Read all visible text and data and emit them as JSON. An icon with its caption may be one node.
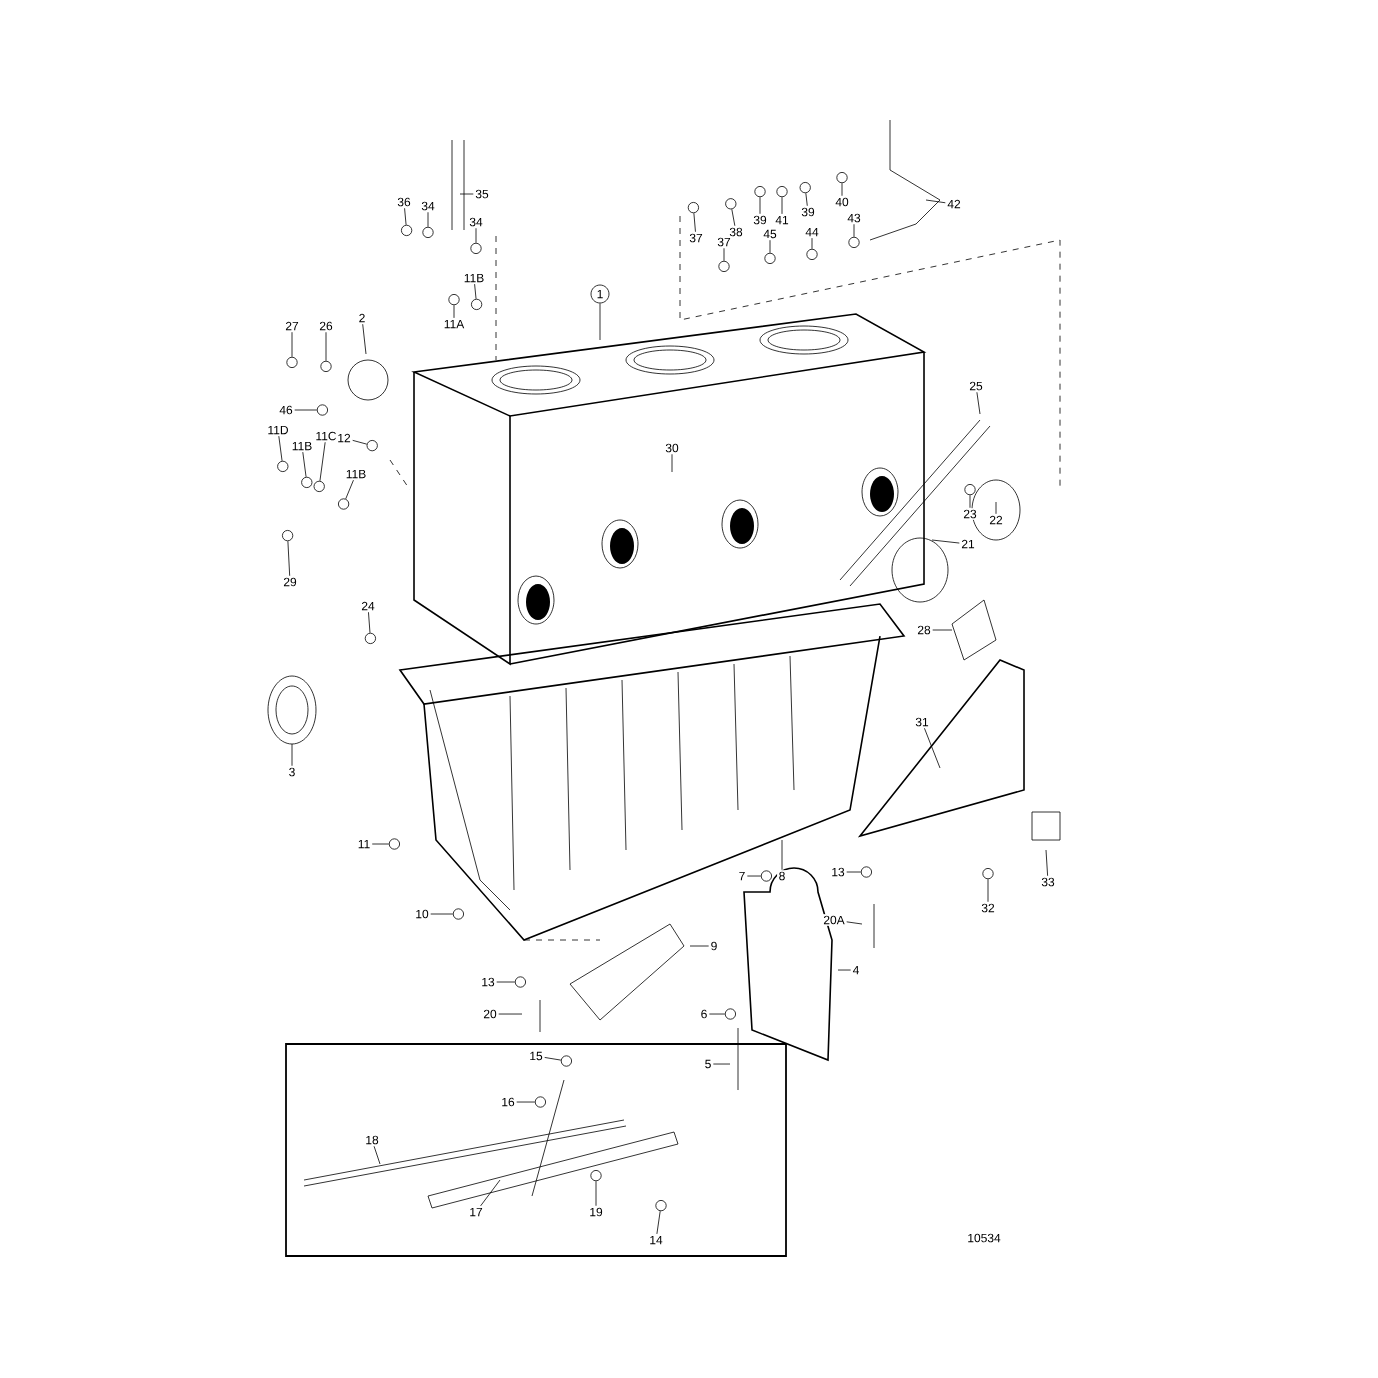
{
  "diagram": {
    "nodes": [
      {
        "text": [
          "35"
        ]
      },
      {
        "text": [
          "36"
        ]
      },
      {
        "text": [
          "34"
        ]
      },
      {
        "text": [
          "34"
        ]
      },
      {
        "text": [
          "11B"
        ]
      },
      {
        "text": [
          "11A"
        ]
      },
      {
        "text": [
          "1"
        ]
      },
      {
        "text": [
          "42"
        ]
      },
      {
        "text": [
          "40"
        ]
      },
      {
        "text": [
          "39"
        ]
      },
      {
        "text": [
          "41"
        ]
      },
      {
        "text": [
          "39"
        ]
      },
      {
        "text": [
          "38"
        ]
      },
      {
        "text": [
          "37"
        ]
      },
      {
        "text": [
          "37"
        ]
      },
      {
        "text": [
          "45"
        ]
      },
      {
        "text": [
          "44"
        ]
      },
      {
        "text": [
          "43"
        ]
      },
      {
        "text": [
          "27"
        ]
      },
      {
        "text": [
          "26"
        ]
      },
      {
        "text": [
          "2"
        ]
      },
      {
        "text": [
          "46"
        ]
      },
      {
        "text": [
          "11D"
        ]
      },
      {
        "text": [
          "11B"
        ]
      },
      {
        "text": [
          "11C"
        ]
      },
      {
        "text": [
          "12"
        ]
      },
      {
        "text": [
          "11B"
        ]
      },
      {
        "text": [
          "29"
        ]
      },
      {
        "text": [
          "25"
        ]
      },
      {
        "text": [
          "30"
        ]
      },
      {
        "text": [
          "23"
        ]
      },
      {
        "text": [
          "22"
        ]
      },
      {
        "text": [
          "21"
        ]
      },
      {
        "text": [
          "24"
        ]
      },
      {
        "text": [
          "28"
        ]
      },
      {
        "text": [
          "3"
        ]
      },
      {
        "text": [
          "31"
        ]
      },
      {
        "text": [
          "11"
        ]
      },
      {
        "text": [
          "8"
        ]
      },
      {
        "text": [
          "7"
        ]
      },
      {
        "text": [
          "13"
        ]
      },
      {
        "text": [
          "32"
        ]
      },
      {
        "text": [
          "33"
        ]
      },
      {
        "text": [
          "10"
        ]
      },
      {
        "text": [
          "20A"
        ]
      },
      {
        "text": [
          "9"
        ]
      },
      {
        "text": [
          "4"
        ]
      },
      {
        "text": [
          "13"
        ]
      },
      {
        "text": [
          "20"
        ]
      },
      {
        "text": [
          "6"
        ]
      },
      {
        "text": [
          "5"
        ]
      },
      {
        "text": [
          "15"
        ]
      },
      {
        "text": [
          "16"
        ]
      },
      {
        "text": [
          "18"
        ]
      },
      {
        "text": [
          "17"
        ]
      },
      {
        "text": [
          "19"
        ]
      },
      {
        "text": [
          "14"
        ]
      },
      {
        "text": [],
        "shape": "circle"
      },
      {
        "text": [],
        "shape": "circle"
      },
      {
        "text": [],
        "shape": "circle"
      },
      {
        "text": [],
        "shape": "circle"
      },
      {
        "text": [],
        "shape": "circle"
      },
      {
        "text": [],
        "shape": "circle"
      },
      {
        "text": [],
        "shape": "circle"
      },
      {
        "text": [],
        "shape": "circle"
      },
      {
        "text": [],
        "shape": "circle"
      },
      {
        "text": [],
        "shape": "circle"
      },
      {
        "text": [],
        "shape": "circle"
      },
      {
        "text": [],
        "shape": "circle"
      },
      {
        "text": [],
        "shape": "circle"
      },
      {
        "text": [],
        "shape": "circle"
      },
      {
        "text": [],
        "shape": "circle"
      },
      {
        "text": [],
        "shape": "circle"
      },
      {
        "text": [],
        "shape": "circle"
      },
      {
        "text": [],
        "shape": "circle"
      },
      {
        "text": [],
        "shape": "circle"
      },
      {
        "text": [],
        "shape": "circle"
      },
      {
        "text": [],
        "shape": "circle"
      },
      {
        "text": [],
        "shape": "circle"
      },
      {
        "text": [],
        "shape": "circle"
      },
      {
        "text": [],
        "shape": "circle"
      },
      {
        "text": [],
        "shape": "circle"
      },
      {
        "text": [],
        "shape": "circle"
      },
      {
        "text": [],
        "shape": "circle"
      },
      {
        "text": [],
        "shape": "circle"
      },
      {
        "text": [],
        "shape": "circle"
      },
      {
        "text": [],
        "shape": "circle"
      },
      {
        "text": [],
        "shape": "circle"
      },
      {
        "text": [],
        "shape": "circle"
      },
      {
        "text": [],
        "shape": "circle"
      },
      {
        "text": [],
        "shape": "circle"
      },
      {
        "text": [],
        "shape": "circle"
      },
      {
        "text": [],
        "shape": "circle"
      },
      {
        "text": [],
        "shape": "circle"
      }
    ],
    "edges": [
      {
        "from": 0,
        "to": null,
        "arrow": "none"
      },
      {
        "from": 1,
        "to": 57,
        "arrow": "none"
      },
      {
        "from": 2,
        "to": 58,
        "arrow": "none"
      },
      {
        "from": 3,
        "to": 59,
        "arrow": "none"
      },
      {
        "from": 4,
        "to": 60,
        "arrow": "none"
      },
      {
        "from": 5,
        "to": 61,
        "arrow": "none"
      },
      {
        "from": 6,
        "to": null,
        "arrow": "none"
      },
      {
        "from": 7,
        "to": null,
        "arrow": "none"
      },
      {
        "from": 8,
        "to": 62,
        "arrow": "none"
      },
      {
        "from": 9,
        "to": 63,
        "arrow": "none"
      },
      {
        "from": 10,
        "to": 64,
        "arrow": "none"
      },
      {
        "from": 11,
        "to": 65,
        "arrow": "none"
      },
      {
        "from": 12,
        "to": 66,
        "arrow": "none"
      },
      {
        "from": 13,
        "to": 67,
        "arrow": "none"
      },
      {
        "from": 14,
        "to": 68,
        "arrow": "none"
      },
      {
        "from": 15,
        "to": 69,
        "arrow": "none"
      },
      {
        "from": 16,
        "to": 70,
        "arrow": "none"
      },
      {
        "from": 17,
        "to": 71,
        "arrow": "none"
      },
      {
        "from": 18,
        "to": 72,
        "arrow": "none"
      },
      {
        "from": 19,
        "to": 73,
        "arrow": "none"
      },
      {
        "from": 20,
        "to": null,
        "arrow": "none"
      },
      {
        "from": 21,
        "to": 74,
        "arrow": "none"
      },
      {
        "from": 22,
        "to": 75,
        "arrow": "none"
      },
      {
        "from": 23,
        "to": 76,
        "arrow": "none"
      },
      {
        "from": 24,
        "to": 77,
        "arrow": "none"
      },
      {
        "from": 25,
        "to": 78,
        "arrow": "none"
      },
      {
        "from": 26,
        "to": 79,
        "arrow": "none"
      },
      {
        "from": 27,
        "to": 80,
        "arrow": "none"
      },
      {
        "from": 28,
        "to": null,
        "arrow": "none"
      },
      {
        "from": 29,
        "to": null,
        "arrow": "none"
      },
      {
        "from": 30,
        "to": 81,
        "arrow": "none"
      },
      {
        "from": 31,
        "to": null,
        "arrow": "none"
      },
      {
        "from": 32,
        "to": null,
        "arrow": "none"
      },
      {
        "from": 33,
        "to": 82,
        "arrow": "none"
      },
      {
        "from": 34,
        "to": null,
        "arrow": "none"
      },
      {
        "from": 35,
        "to": null,
        "arrow": "none"
      },
      {
        "from": 36,
        "to": null,
        "arrow": "none"
      },
      {
        "from": 37,
        "to": 83,
        "arrow": "none"
      },
      {
        "from": 38,
        "to": null,
        "arrow": "none"
      },
      {
        "from": 39,
        "to": 84,
        "arrow": "none"
      },
      {
        "from": 40,
        "to": 85,
        "arrow": "none"
      },
      {
        "from": 41,
        "to": 86,
        "arrow": "none"
      },
      {
        "from": 42,
        "to": null,
        "arrow": "none"
      },
      {
        "from": 43,
        "to": 87,
        "arrow": "none"
      },
      {
        "from": 44,
        "to": null,
        "arrow": "none"
      },
      {
        "from": 45,
        "to": null,
        "arrow": "none"
      },
      {
        "from": 46,
        "to": null,
        "arrow": "none"
      },
      {
        "from": 47,
        "to": 88,
        "arrow": "none"
      },
      {
        "from": 48,
        "to": null,
        "arrow": "none"
      },
      {
        "from": 49,
        "to": 89,
        "arrow": "none"
      },
      {
        "from": 50,
        "to": null,
        "arrow": "none"
      },
      {
        "from": 51,
        "to": 90,
        "arrow": "none"
      },
      {
        "from": 52,
        "to": 91,
        "arrow": "none"
      },
      {
        "from": 53,
        "to": null,
        "arrow": "none"
      },
      {
        "from": 54,
        "to": null,
        "arrow": "none"
      },
      {
        "from": 55,
        "to": 92,
        "arrow": "none"
      },
      {
        "from": 56,
        "to": 93,
        "arrow": "none"
      }
    ],
    "labels": [
      "10534"
    ]
  }
}
